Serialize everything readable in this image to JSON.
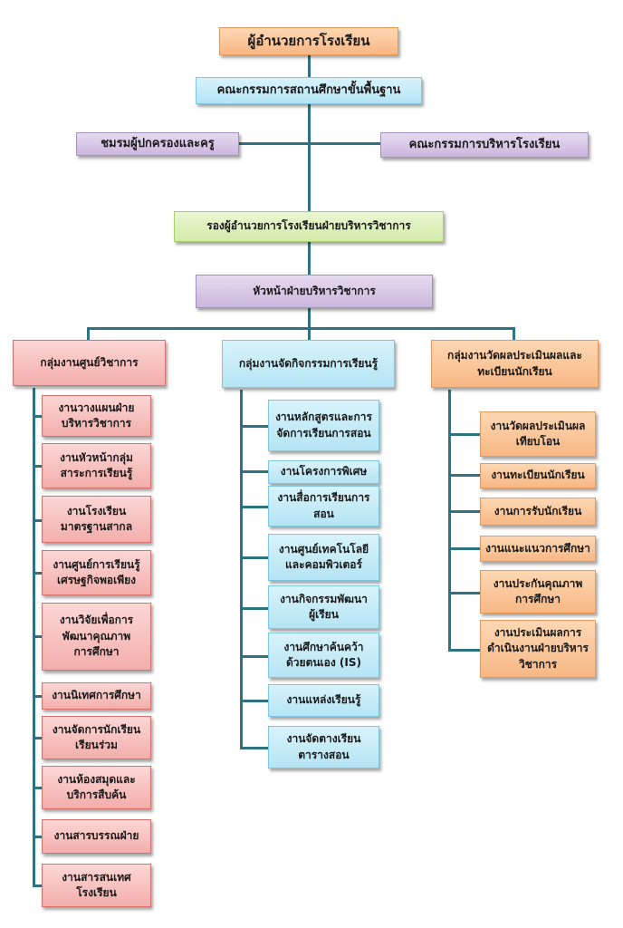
{
  "top": {
    "director": "ผู้อำนวยการโรงเรียน",
    "basic_committee": "คณะกรรมการสถานศึกษาขั้นพื้นฐาน",
    "parents_club": "ชมรมผู้ปกครองและครู",
    "admin_committee": "คณะกรรมการบริหารโรงเรียน",
    "deputy_director": "รองผู้อำนวยการโรงเรียนฝ่ายบริหารวิชาการ",
    "head_academic": "หัวหน้าฝ่ายบริหารวิชาการ"
  },
  "groups": [
    {
      "title": "กลุ่มงานศูนย์วิชาการ",
      "items": [
        "งานวางแผนฝ่าย\nบริหารวิชาการ",
        "งานหัวหน้ากลุ่ม\nสาระการเรียนรู้",
        "งานโรงเรียน\nมาตรฐานสากล",
        "งานศูนย์การเรียนรู้\nเศรษฐกิจพอเพียง",
        "งานวิจัยเพื่อการ\nพัฒนาคุณภาพ\nการศึกษา",
        "งานนิเทศการศึกษา",
        "งานจัดการนักเรียน\nเรียนร่วม",
        "งานห้องสมุดและ\nบริการสืบค้น",
        "งานสารบรรณฝ่าย",
        "งานสารสนเทศ\nโรงเรียน"
      ]
    },
    {
      "title": "กลุ่มงานจัดกิจกรรมการเรียนรู้",
      "items": [
        "งานหลักสูตรและการ\nจัดการเรียนการสอน",
        "งานโครงการพิเศษ",
        "งานสื่อการเรียนการ\nสอน",
        "งานศูนย์เทคโนโลยี\nและคอมพิวเตอร์",
        "งานกิจกรรมพัฒนา\nผู้เรียน",
        "งานศึกษาค้นคว้า\nด้วยตนเอง (IS)",
        "งานแหล่งเรียนรู้",
        "งานจัดตางเรียน\nตารางสอน"
      ]
    },
    {
      "title": "กลุ่มงานวัดผลประเมินผลและ\nทะเบียนนักเรียน",
      "items": [
        "งานวัดผลประเมินผล\nเทียบโอน",
        "งานทะเบียนนักเรียน",
        "งานการรับนักเรียน",
        "งานแนะแนวการศึกษา",
        "งานประกันคุณภาพ\nการศึกษา",
        "งานประเมินผลการ\nดำเนินงานฝ่ายบริหาร\nวิชาการ"
      ]
    }
  ]
}
